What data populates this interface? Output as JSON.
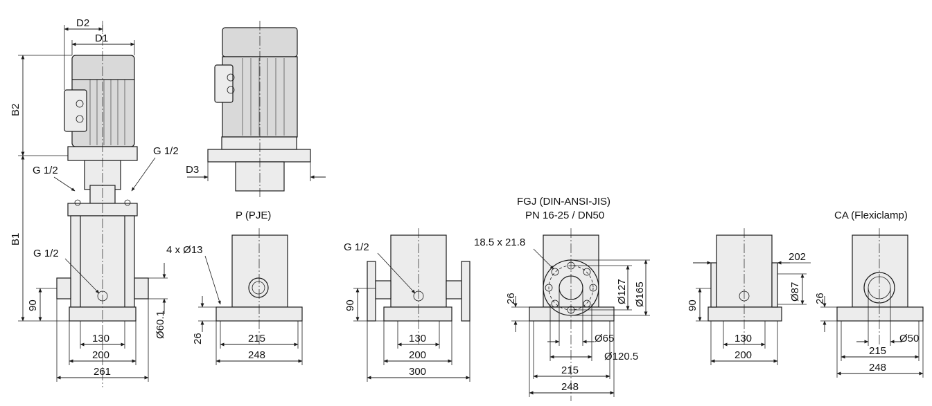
{
  "main_view": {
    "D2": "D2",
    "D1": "D1",
    "B2": "B2",
    "B1": "B1",
    "g_left_top": "G 1/2",
    "g_right_top": "G 1/2",
    "g_bottom": "G 1/2",
    "dim_90": "90",
    "dim_130": "130",
    "dim_200": "200",
    "dim_261": "261",
    "dim_60_1": "Ø60.1"
  },
  "side_view": {
    "D3": "D3"
  },
  "p_pje": {
    "title": "P (PJE)",
    "holes": "4 x Ø13",
    "dim_26": "26",
    "dim_215": "215",
    "dim_248": "248"
  },
  "oval_flange": {
    "g": "G 1/2",
    "dim_90": "90",
    "dim_130": "130",
    "dim_200": "200",
    "dim_300": "300"
  },
  "fgj": {
    "title_line1": "FGJ (DIN-ANSI-JIS)",
    "title_line2": "PN 16-25 / DN50",
    "slot": "18.5 x 21.8",
    "dim_26": "26",
    "dim_127": "Ø127",
    "dim_165": "Ø165",
    "dim_65": "Ø65",
    "dim_120_5": "Ø120.5",
    "dim_215": "215",
    "dim_248": "248"
  },
  "ca_front": {
    "dim_202": "202",
    "dim_87": "Ø87",
    "dim_90": "90",
    "dim_130": "130",
    "dim_200": "200"
  },
  "ca_side": {
    "title": "CA (Flexiclamp)",
    "dim_26": "26",
    "dim_50": "Ø50",
    "dim_215": "215",
    "dim_248": "248"
  }
}
